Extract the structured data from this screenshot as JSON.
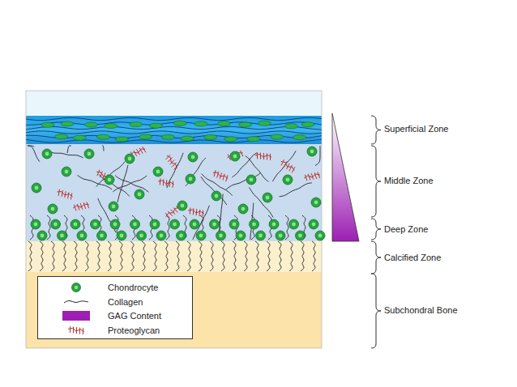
{
  "diagram": {
    "labels": [
      "Superficial Zone",
      "Middle Zone",
      "Deep Zone",
      "Calcified Zone",
      "Subchondral Bone"
    ],
    "legend": [
      {
        "text": "Chondrocyte"
      },
      {
        "text": "Collagen"
      },
      {
        "text": "GAG Content",
        "color": "#9c1fb2"
      },
      {
        "text": "Proteoglycan"
      }
    ]
  }
}
